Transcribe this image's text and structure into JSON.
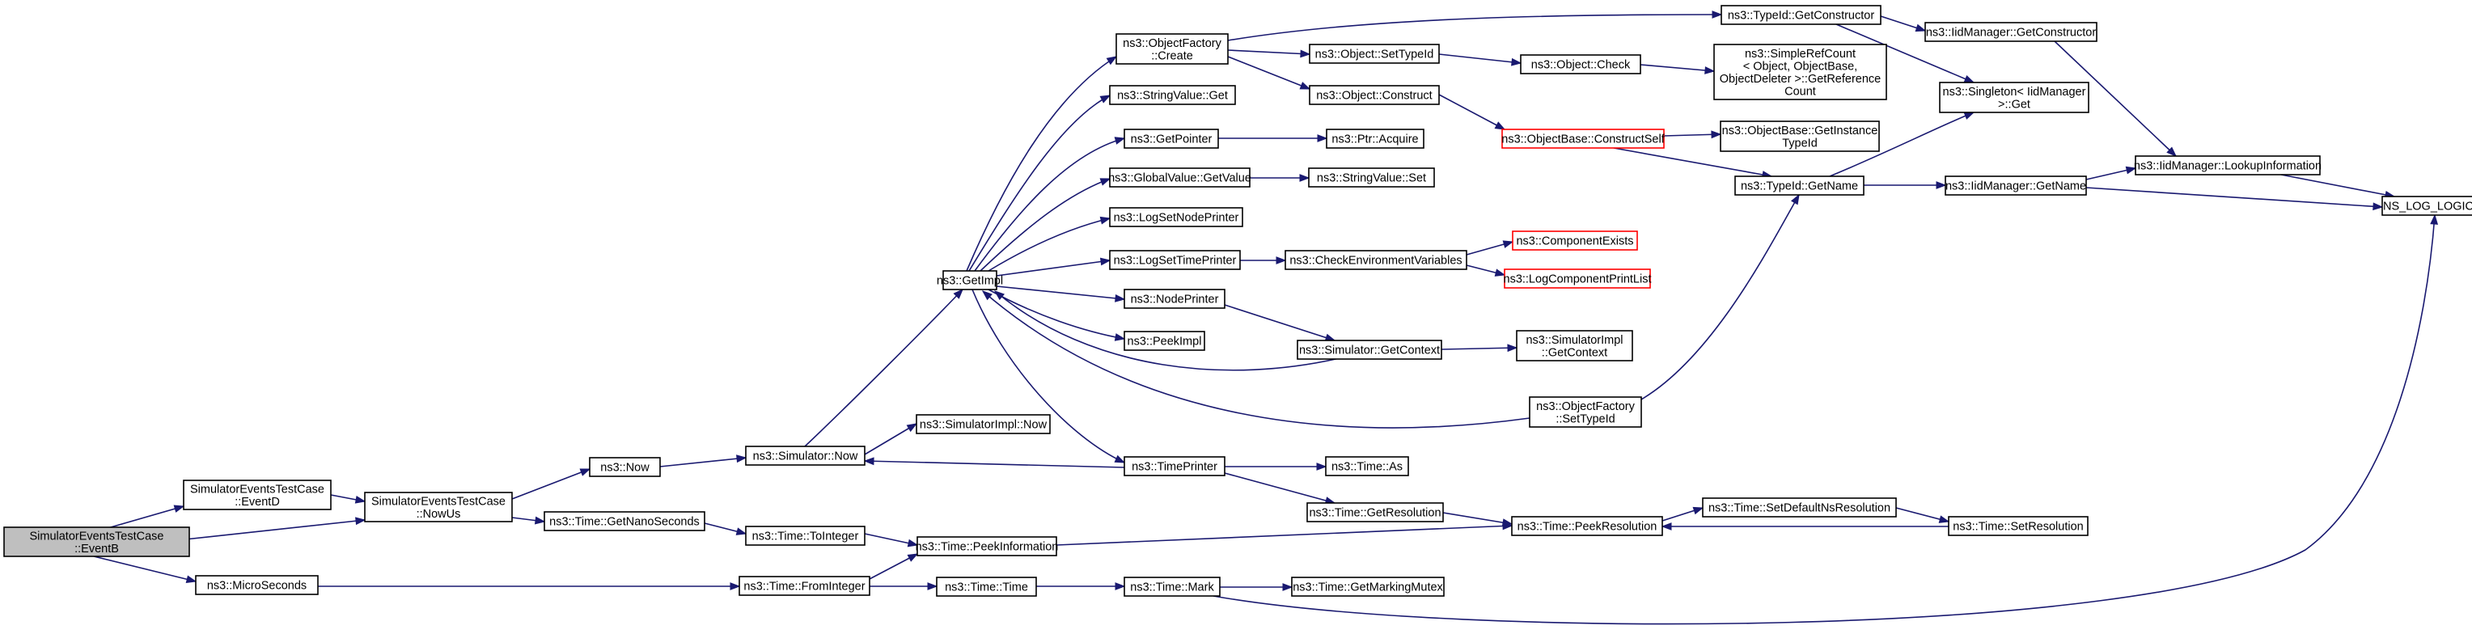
{
  "graph": {
    "nodes": [
      {
        "id": "eventB",
        "lines": [
          "SimulatorEventsTestCase",
          "::EventB"
        ],
        "root": true
      },
      {
        "id": "eventD",
        "lines": [
          "SimulatorEventsTestCase",
          "::EventD"
        ]
      },
      {
        "id": "nowUs",
        "lines": [
          "SimulatorEventsTestCase",
          "::NowUs"
        ]
      },
      {
        "id": "microSeconds",
        "lines": [
          "ns3::MicroSeconds"
        ]
      },
      {
        "id": "now",
        "lines": [
          "ns3::Now"
        ]
      },
      {
        "id": "getNanoSeconds",
        "lines": [
          "ns3::Time::GetNanoSeconds"
        ]
      },
      {
        "id": "simNow",
        "lines": [
          "ns3::Simulator::Now"
        ]
      },
      {
        "id": "toInteger",
        "lines": [
          "ns3::Time::ToInteger"
        ]
      },
      {
        "id": "fromInteger",
        "lines": [
          "ns3::Time::FromInteger"
        ]
      },
      {
        "id": "getImpl",
        "lines": [
          "ns3::GetImpl"
        ]
      },
      {
        "id": "simImplNow",
        "lines": [
          "ns3::SimulatorImpl::Now"
        ]
      },
      {
        "id": "peekInformation",
        "lines": [
          "ns3::Time::PeekInformation"
        ]
      },
      {
        "id": "timeTime",
        "lines": [
          "ns3::Time::Time"
        ]
      },
      {
        "id": "objFactoryCreate",
        "lines": [
          "ns3::ObjectFactory",
          "::Create"
        ]
      },
      {
        "id": "stringValueGet",
        "lines": [
          "ns3::StringValue::Get"
        ]
      },
      {
        "id": "getPointer",
        "lines": [
          "ns3::GetPointer"
        ]
      },
      {
        "id": "globalValueGetValue",
        "lines": [
          "ns3::GlobalValue::GetValue"
        ]
      },
      {
        "id": "logSetNodePrinter",
        "lines": [
          "ns3::LogSetNodePrinter"
        ]
      },
      {
        "id": "logSetTimePrinter",
        "lines": [
          "ns3::LogSetTimePrinter"
        ]
      },
      {
        "id": "nodePrinter",
        "lines": [
          "ns3::NodePrinter"
        ]
      },
      {
        "id": "peekImpl",
        "lines": [
          "ns3::PeekImpl"
        ]
      },
      {
        "id": "timePrinter",
        "lines": [
          "ns3::TimePrinter"
        ]
      },
      {
        "id": "timeMark",
        "lines": [
          "ns3::Time::Mark"
        ]
      },
      {
        "id": "objSetTypeId",
        "lines": [
          "ns3::Object::SetTypeId"
        ]
      },
      {
        "id": "objConstruct",
        "lines": [
          "ns3::Object::Construct"
        ]
      },
      {
        "id": "ptrAcquire",
        "lines": [
          "ns3::Ptr::Acquire"
        ]
      },
      {
        "id": "stringValueSet",
        "lines": [
          "ns3::StringValue::Set"
        ]
      },
      {
        "id": "checkEnvVars",
        "lines": [
          "ns3::CheckEnvironmentVariables"
        ]
      },
      {
        "id": "simGetContext",
        "lines": [
          "ns3::Simulator::GetContext"
        ]
      },
      {
        "id": "timeAs",
        "lines": [
          "ns3::Time::As"
        ]
      },
      {
        "id": "getResolution",
        "lines": [
          "ns3::Time::GetResolution"
        ]
      },
      {
        "id": "getMarkingMutex",
        "lines": [
          "ns3::Time::GetMarkingMutex"
        ]
      },
      {
        "id": "typeIdGetConstructor",
        "lines": [
          "ns3::TypeId::GetConstructor"
        ]
      },
      {
        "id": "objCheck",
        "lines": [
          "ns3::Object::Check"
        ]
      },
      {
        "id": "constructSelf",
        "lines": [
          "ns3::ObjectBase::ConstructSelf"
        ],
        "truncated": true
      },
      {
        "id": "componentExists",
        "lines": [
          "ns3::ComponentExists"
        ],
        "truncated": true
      },
      {
        "id": "logComponentPrintList",
        "lines": [
          "ns3::LogComponentPrintList"
        ],
        "truncated": true
      },
      {
        "id": "simImplGetContext",
        "lines": [
          "ns3::SimulatorImpl",
          "::GetContext"
        ]
      },
      {
        "id": "objFactorySetTypeId",
        "lines": [
          "ns3::ObjectFactory",
          "::SetTypeId"
        ]
      },
      {
        "id": "peekResolution",
        "lines": [
          "ns3::Time::PeekResolution"
        ]
      },
      {
        "id": "typeIdGetName",
        "lines": [
          "ns3::TypeId::GetName"
        ]
      },
      {
        "id": "simpleRefCount",
        "lines": [
          "ns3::SimpleRefCount",
          "< Object, ObjectBase,",
          "ObjectDeleter >::GetReference",
          "Count"
        ]
      },
      {
        "id": "getInstanceTypeId",
        "lines": [
          "ns3::ObjectBase::GetInstance",
          "TypeId"
        ]
      },
      {
        "id": "setDefaultNsResolution",
        "lines": [
          "ns3::Time::SetDefaultNsResolution"
        ]
      },
      {
        "id": "iidGetConstructor",
        "lines": [
          "ns3::IidManager::GetConstructor"
        ]
      },
      {
        "id": "singletonGet",
        "lines": [
          "ns3::Singleton< IidManager",
          " >::Get"
        ]
      },
      {
        "id": "iidGetName",
        "lines": [
          "ns3::IidManager::GetName"
        ]
      },
      {
        "id": "setResolution",
        "lines": [
          "ns3::Time::SetResolution"
        ]
      },
      {
        "id": "lookupInformation",
        "lines": [
          "ns3::IidManager::LookupInformation"
        ]
      },
      {
        "id": "nsLogLogic",
        "lines": [
          "NS_LOG_LOGIC"
        ]
      }
    ]
  },
  "colors": {
    "edge": "#191970",
    "node_border": "#000000",
    "truncated_border": "#ff0000",
    "root_fill": "#bfbfbf",
    "node_fill": "#ffffff"
  }
}
